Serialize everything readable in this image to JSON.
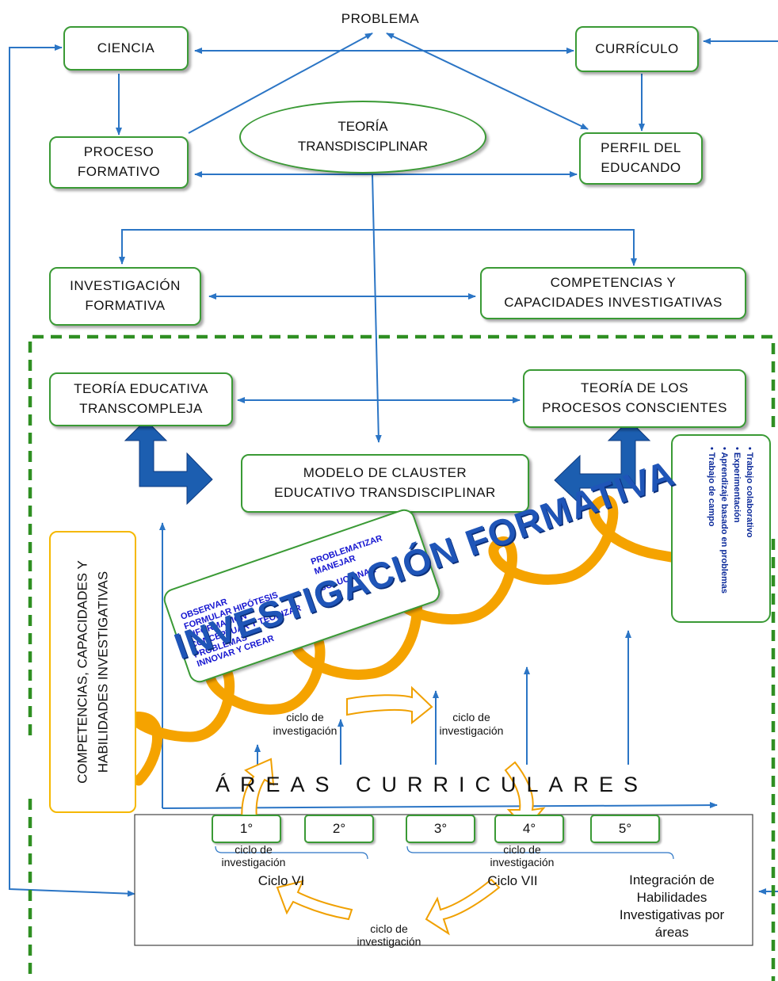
{
  "nodes": {
    "problema": "PROBLEMA",
    "ciencia": "CIENCIA",
    "curriculo": "CURRÍCULO",
    "proceso_formativo": "PROCESO\nFORMATIVO",
    "teoria_transdisciplinar": "TEORÍA\nTRANSDISCIPLINAR",
    "perfil_educando": "PERFIL DEL\nEDUCANDO",
    "investigacion_formativa": "INVESTIGACIÓN\nFORMATIVA",
    "competencias_capacidades": "COMPETENCIAS Y\nCAPACIDADES INVESTIGATIVAS",
    "teoria_educativa": "TEORÍA EDUCATIVA\nTRANSCOMPLEJA",
    "teoria_procesos": "TEORÍA DE LOS\nPROCESOS CONSCIENTES",
    "modelo_clauster": "MODELO DE CLAUSTER\nEDUCATIVO TRANSDISCIPLINAR",
    "competencias_habilidades": "COMPETENCIAS, CAPACIDADES Y\nHABILIDADES INVESTIGATIVAS"
  },
  "skills": {
    "col1": [
      "OBSERVAR",
      "FORMULAR HIPÓTESIS",
      "INFORMACIÓN",
      "CONCEPTUAR Y TEORIZAR",
      "PROBLEMAS",
      "INNOVAR Y CREAR"
    ],
    "col2": [
      "PROBLEMATIZAR",
      "MANEJAR",
      "SOLUCIONAR"
    ]
  },
  "methods": [
    "Trabajo colaborativo",
    "Experimentación",
    "Aprendizaje basado en problemas",
    "Trabajo de campo"
  ],
  "banner": "INVESTIGACIÓN FORMATIVA",
  "areas": "ÁREAS CURRICULARES",
  "cycle_label": "ciclo de\ninvestigación",
  "grades": [
    "1°",
    "2°",
    "3°",
    "4°",
    "5°"
  ],
  "ciclo_vi": "Ciclo VI",
  "ciclo_vii": "Ciclo VII",
  "integracion": "Integración de\nHabilidades\nInvestigativas por\náreas",
  "colors": {
    "green": "#3a9a35",
    "blue": "#2b75c5",
    "orange": "#f5a300",
    "navy": "#0b2a9a",
    "dark_blue": "#1c5eb0"
  }
}
